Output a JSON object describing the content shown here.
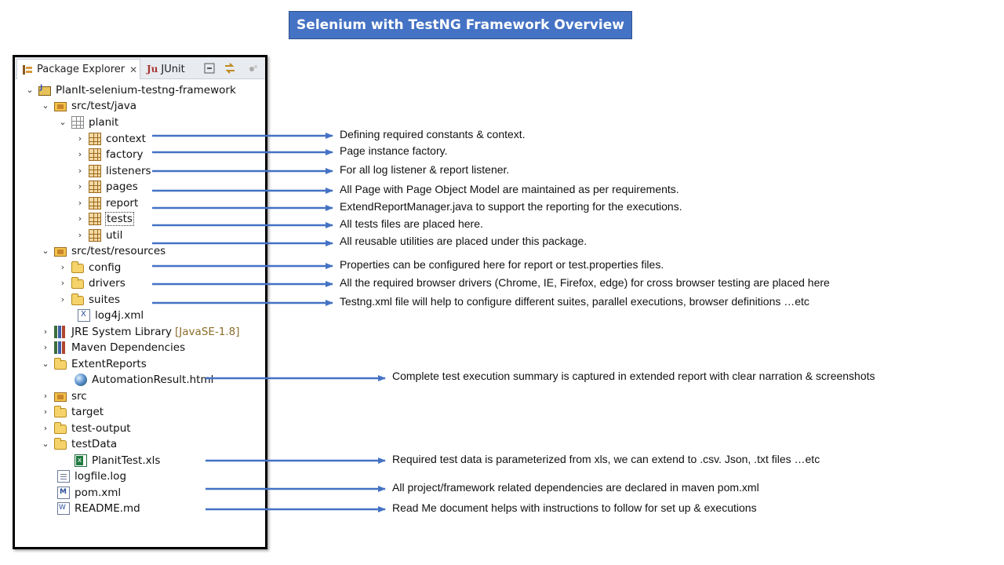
{
  "title": "Selenium with TestNG Framework Overview",
  "colors": {
    "banner": "#4472c4",
    "arrow": "#4472c4"
  },
  "tabs": {
    "package_explorer": "Package Explorer",
    "junit": "JUnit",
    "junit_glyph": "Ju"
  },
  "tree": {
    "project": "PlanIt-selenium-testng-framework",
    "src_test_java": "src/test/java",
    "planit": "planit",
    "context": "context",
    "factory": "factory",
    "listeners": "listeners",
    "pages": "pages",
    "report": "report",
    "tests": "tests",
    "util": "util",
    "src_test_resources": "src/test/resources",
    "config": "config",
    "drivers": "drivers",
    "suites": "suites",
    "log4j": "log4j.xml",
    "jre": "JRE System Library",
    "jre_decor": "[JavaSE-1.8]",
    "maven": "Maven Dependencies",
    "extent_reports": "ExtentReports",
    "automation_result": "AutomationResult.html",
    "src": "src",
    "target": "target",
    "test_output": "test-output",
    "test_data": "testData",
    "planit_xls": "PlanitTest.xls",
    "logfile": "logfile.log",
    "pom": "pom.xml",
    "readme": "README.md"
  },
  "descriptions": {
    "context": "Defining required constants & context.",
    "factory": "Page instance factory.",
    "listeners": "For all log listener & report listener.",
    "pages": "All Page with Page Object Model are maintained as per requirements.",
    "report": "ExtendReportManager.java to support the reporting for the executions.",
    "tests": "All tests files are placed here.",
    "util": "All reusable utilities are placed under this package.",
    "config": "Properties can be configured here for report or test.properties files.",
    "drivers": "All the required browser drivers (Chrome, IE, Firefox, edge) for cross browser testing are placed here",
    "suites": "Testng.xml file will help to configure different suites, parallel executions, browser definitions …etc",
    "automation_result": "Complete test execution summary is captured in extended report with clear narration & screenshots",
    "planit_xls": "Required test data is parameterized from xls, we can extend to .csv. Json, .txt files …etc",
    "pom": "All project/framework related dependencies are declared in maven pom.xml",
    "readme": "Read Me document helps with instructions to follow for set up & executions"
  }
}
